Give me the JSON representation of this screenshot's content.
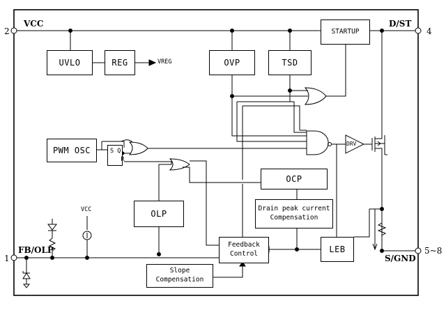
{
  "pins": {
    "vcc_label": "VCC",
    "vcc_num": "2",
    "dst_label": "D/ST",
    "dst_num": "4",
    "fb_label": "FB/OLP",
    "fb_num": "1",
    "sgnd_label": "S/GND",
    "sgnd_num": "5~8"
  },
  "blocks": {
    "uvlo": "UVLO",
    "reg": "REG",
    "vreg": "VREG",
    "ovp": "OVP",
    "tsd": "TSD",
    "startup": "STARTUP",
    "pwm_osc": "PWM OSC",
    "latch_s": "S",
    "latch_q": "Q",
    "latch_r": "R",
    "drv": "DRV",
    "ocp": "OCP",
    "olp": "OLP",
    "drain_line1": "Drain peak current",
    "drain_line2": "Compensation",
    "feedback_line1": "Feedback",
    "feedback_line2": "Control",
    "leb": "LEB",
    "slope_line1": "Slope",
    "slope_line2": "Compensation",
    "vcc_inner": "VCC"
  }
}
